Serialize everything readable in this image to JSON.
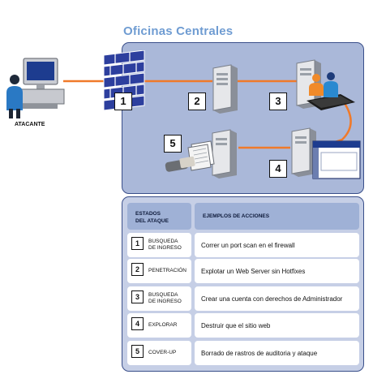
{
  "title": "Oficinas Centrales",
  "attacker_label": "ATACANTE",
  "step_badges": [
    "1",
    "2",
    "3",
    "4",
    "5"
  ],
  "table": {
    "header_states": "ESTADOS\nDEL ATAQUE",
    "header_actions": "EJEMPLOS DE ACCIONES",
    "rows": [
      {
        "num": "1",
        "state": "BUSQUEDA\nDE INGRESO",
        "action": "Correr un port scan en el firewall"
      },
      {
        "num": "2",
        "state": "PENETRACIÓN",
        "action": "Explotar un Web Server sin Hotfixes"
      },
      {
        "num": "3",
        "state": "BUSQUEDA\nDE INGRESO",
        "action": "Crear una cuenta con derechos de Administrador"
      },
      {
        "num": "4",
        "state": "EXPLORAR",
        "action": "Destruir que el sitio web"
      },
      {
        "num": "5",
        "state": "COVER-UP",
        "action": "Borrado de rastros de auditoria y ataque"
      }
    ]
  },
  "colors": {
    "connection": "#f07a2a",
    "panel": "#aab8d9",
    "panel_border": "#3a4f8a",
    "firewall": "#2d3f9e",
    "title": "#6f9cd2"
  }
}
